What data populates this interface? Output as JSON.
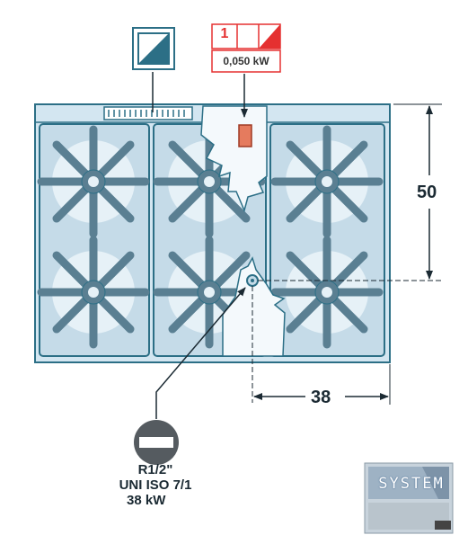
{
  "gas_connection": {
    "thread": "R1/2\"",
    "standard": "UNI ISO 7/1",
    "power": "38 kW"
  },
  "electrical_connection": {
    "phase_count": "1",
    "power": "0,050 kW"
  },
  "dimensions": {
    "depth_to_connection": "50",
    "side_offset": "38"
  },
  "logo": {
    "text": "SYSTEM"
  },
  "colors": {
    "outline": "#2c6f86",
    "hob_fill": "#d3e6f1",
    "plate_fill": "#c5dbe8",
    "grate": "#5a7f92",
    "burner_glow": "#e6f1f7",
    "accent_red": "#e53030",
    "gas_symbol": "#555b60",
    "dimension_line": "#1b2a33"
  }
}
